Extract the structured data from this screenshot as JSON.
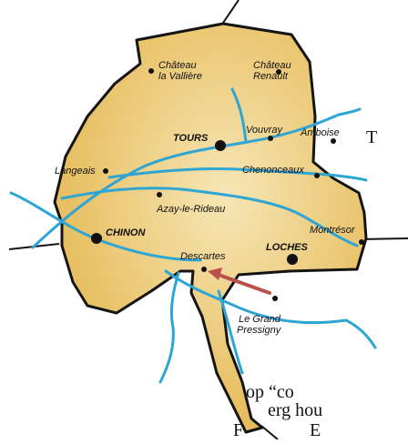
{
  "colors": {
    "land": "#e7bd5d",
    "land_center": "#f6e6b6",
    "border": "#141414",
    "river": "#2fa5d4",
    "arrow": "#b9524a",
    "city_dot": "#111111"
  },
  "cities": {
    "chateau_la_valliere": {
      "line1": "Château",
      "line2": "la Vallière"
    },
    "chateau_renault": {
      "line1": "Château",
      "line2": "Renault"
    },
    "tours": "TOURS",
    "vouvray": "Vouvray",
    "amboise": "Amboise",
    "langeais": "Langeais",
    "chenonceaux": "Chenonceaux",
    "azay_le_rideau": "Azay-le-Rideau",
    "chinon": "CHINON",
    "montresor": "Montrésor",
    "loches": "LOCHES",
    "descartes": "Descartes",
    "le_grand_pressigny": {
      "line1": "Le Grand",
      "line2": "Pressigny"
    }
  },
  "highlight": {
    "target": "Descartes",
    "icon": "arrow-icon"
  },
  "page_text": {
    "fragment_1": "T",
    "fragment_2": "op “co",
    "fragment_3": "erg hou",
    "fragment_4": "F",
    "fragment_5": "E"
  }
}
